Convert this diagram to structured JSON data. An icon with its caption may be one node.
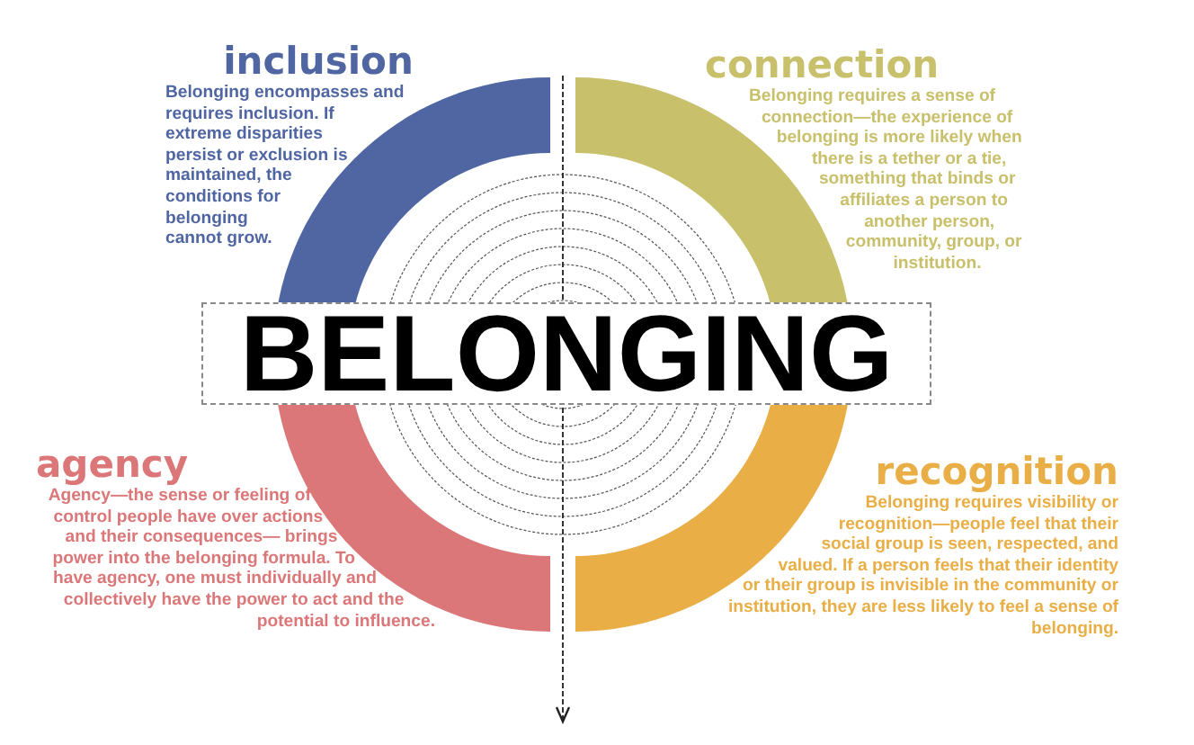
{
  "diagram": {
    "nodes": [
      {
        "text": [
          "BELONGING"
        ]
      },
      {
        "text": [
          "inclusion",
          "Belonging encompasses and requires inclusion. If extreme disparities persist or exclusion is maintained, the conditions for belonging cannot grow."
        ]
      },
      {
        "text": [
          "connection",
          "Belonging requires a sense of connection—the experience of belonging is more likely when there is a tether or a tie, something that binds or affiliates a person to another person, community, group, or institution."
        ]
      },
      {
        "text": [
          "agency",
          "Agency—the sense or feeling of control people have over actions and their consequences— brings power into the belonging formula. To have agency, one must individually and collectively have the power to act and the potential to influence."
        ]
      },
      {
        "text": [
          "recognition",
          "Belonging requires visibility or recognition—people feel that their social group is seen, respected, and valued. If a person feels that their identity or their group is invisible in the community or institution, they are less likely to feel a sense of belonging."
        ]
      }
    ]
  }
}
